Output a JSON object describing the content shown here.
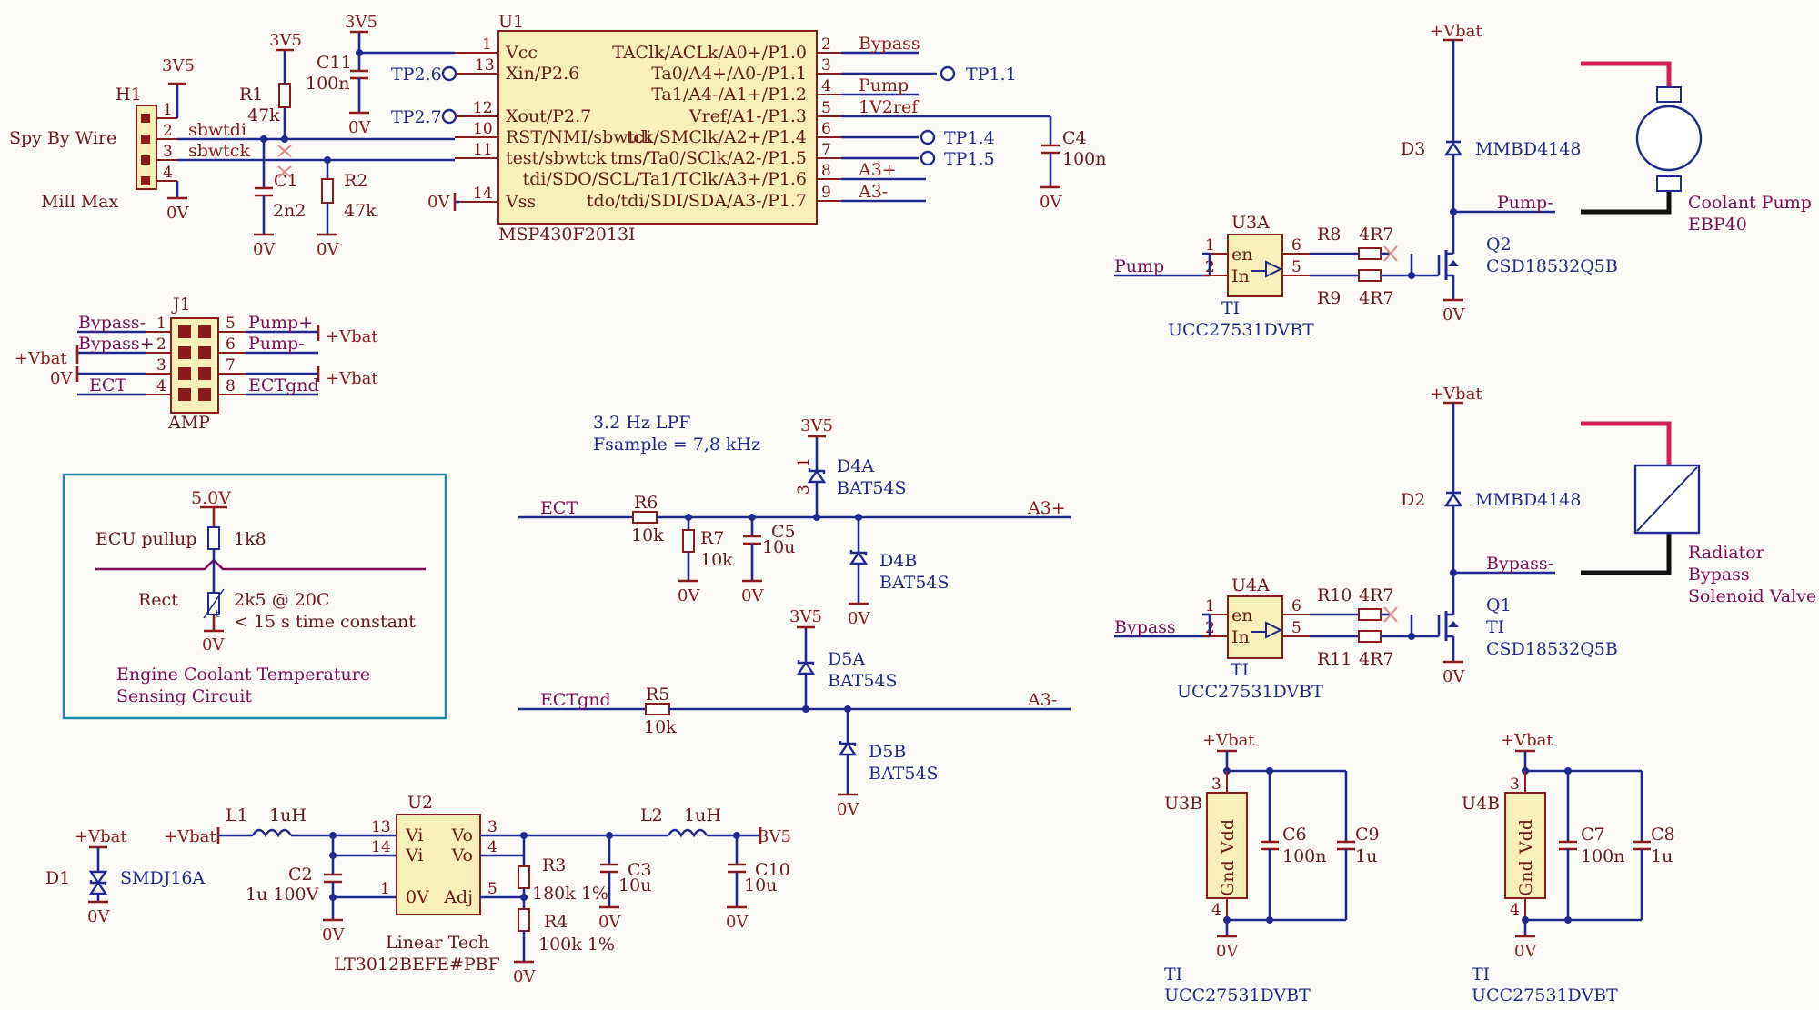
{
  "u1": {
    "ref": "U1",
    "part": "MSP430F2013I",
    "left_pins": [
      {
        "num": "1",
        "name": "Vcc"
      },
      {
        "num": "13",
        "name": "Xin/P2.6"
      },
      {
        "num": "12",
        "name": "Xout/P2.7"
      },
      {
        "num": "10",
        "name": "RST/NMI/sbwtdi"
      },
      {
        "num": "11",
        "name": "test/sbwtck"
      },
      {
        "num": "14",
        "name": "Vss"
      }
    ],
    "right_pins": [
      {
        "num": "2",
        "name": "TAClk/ACLk/A0+/P1.0"
      },
      {
        "num": "3",
        "name": "Ta0/A4+/A0-/P1.1"
      },
      {
        "num": "4",
        "name": "Ta1/A4-/A1+/P1.2"
      },
      {
        "num": "5",
        "name": "Vref/A1-/P1.3"
      },
      {
        "num": "6",
        "name": "tck/SMClk/A2+/P1.4"
      },
      {
        "num": "7",
        "name": "tms/Ta0/SClk/A2-/P1.5"
      },
      {
        "num": "8",
        "name": "tdi/SDO/SCL/Ta1/TClk/A3+/P1.6"
      },
      {
        "num": "9",
        "name": "tdo/tdi/SDI/SDA/A3-/P1.7"
      }
    ],
    "right_nets": [
      "Bypass",
      "",
      "Pump",
      "1V2ref",
      "",
      "",
      "A3+",
      "A3-"
    ]
  },
  "tp": {
    "tp26": "TP2.6",
    "tp27": "TP2.7",
    "tp11": "TP1.1",
    "tp14": "TP1.4",
    "tp15": "TP1.5"
  },
  "h1": {
    "ref": "H1",
    "title": "Spy By Wire",
    "maker": "Mill Max",
    "pins": [
      "1",
      "2",
      "3",
      "4"
    ],
    "nets": [
      "sbwtdi",
      "sbwtck"
    ]
  },
  "parts": {
    "r1": {
      "ref": "R1",
      "val": "47k"
    },
    "r2": {
      "ref": "R2",
      "val": "47k"
    },
    "c1": {
      "ref": "C1",
      "val": "2n2"
    },
    "c11": {
      "ref": "C11",
      "val": "100n"
    },
    "c4": {
      "ref": "C4",
      "val": "100n"
    },
    "r6": {
      "ref": "R6",
      "val": "10k"
    },
    "r7": {
      "ref": "R7",
      "val": "10k"
    },
    "c5": {
      "ref": "C5",
      "val": "10u"
    },
    "r5": {
      "ref": "R5",
      "val": "10k"
    },
    "d4a": {
      "ref": "D4A",
      "val": "BAT54S"
    },
    "d4b": {
      "ref": "D4B",
      "val": "BAT54S"
    },
    "d5a": {
      "ref": "D5A",
      "val": "BAT54S"
    },
    "d5b": {
      "ref": "D5B",
      "val": "BAT54S"
    },
    "l1": {
      "ref": "L1",
      "val": "1uH"
    },
    "l2": {
      "ref": "L2",
      "val": "1uH"
    },
    "c2": {
      "ref": "C2",
      "val": "1u 100V"
    },
    "c3": {
      "ref": "C3",
      "val": "10u"
    },
    "c10": {
      "ref": "C10",
      "val": "10u"
    },
    "r3": {
      "ref": "R3",
      "val": "180k 1%"
    },
    "r4": {
      "ref": "R4",
      "val": "100k 1%"
    },
    "d1": {
      "ref": "D1",
      "val": "SMDJ16A"
    },
    "c6": {
      "ref": "C6",
      "val": "100n"
    },
    "c9": {
      "ref": "C9",
      "val": "1u"
    },
    "c7": {
      "ref": "C7",
      "val": "100n"
    },
    "c8": {
      "ref": "C8",
      "val": "1u"
    },
    "r8": {
      "ref": "R8",
      "val": "4R7"
    },
    "r9": {
      "ref": "R9",
      "val": "4R7"
    },
    "r10": {
      "ref": "R10",
      "val": "4R7"
    },
    "r11": {
      "ref": "R11",
      "val": "4R7"
    },
    "d3": {
      "ref": "D3",
      "val": "MMBD4148"
    },
    "d2": {
      "ref": "D2",
      "val": "MMBD4148"
    },
    "q2": {
      "ref": "Q2",
      "val": "CSD18532Q5B"
    },
    "q1": {
      "ref": "Q1",
      "mfr": "TI",
      "val": "CSD18532Q5B"
    }
  },
  "j1": {
    "ref": "J1",
    "part": "AMP",
    "pins": [
      "1",
      "2",
      "3",
      "4",
      "5",
      "6",
      "7",
      "8"
    ],
    "left_nets": [
      "Bypass-",
      "Bypass+",
      "",
      "ECT"
    ],
    "right_nets": [
      "Pump+",
      "Pump-",
      "",
      "ECTgnd"
    ]
  },
  "lpf": {
    "line1": "3.2 Hz LPF",
    "line2": "Fsample = 7,8 kHz"
  },
  "nets": {
    "ect": "ECT",
    "ectgnd": "ECTgnd",
    "a3p": "A3+",
    "a3m": "A3-",
    "pump": "Pump",
    "bypass": "Bypass",
    "pump_minus": "Pump-",
    "bypass_minus": "Bypass-"
  },
  "power": {
    "v35": "3V5",
    "gnd": "0V",
    "vbat": "+Vbat",
    "v50": "5.0V"
  },
  "ect_box": {
    "pullup_label": "ECU pullup",
    "pullup_val": "1k8",
    "rect_label": "Rect",
    "rect_val": "2k5 @ 20C",
    "rect_note": "< 15 s time constant",
    "title1": "Engine Coolant Temperature",
    "title2": "Sensing Circuit"
  },
  "u2": {
    "ref": "U2",
    "mfr": "Linear Tech",
    "part": "LT3012BEFE#PBF",
    "pins_left": [
      {
        "num": "13",
        "name": "Vi"
      },
      {
        "num": "14",
        "name": "Vi"
      },
      {
        "num": "1",
        "name": "0V"
      }
    ],
    "pins_right": [
      {
        "num": "3",
        "name": "Vo"
      },
      {
        "num": "4",
        "name": "Vo"
      },
      {
        "num": "5",
        "name": "Adj"
      }
    ]
  },
  "u3a": {
    "ref": "U3A",
    "mfr": "TI",
    "part": "UCC27531DVBT",
    "pins": [
      {
        "num": "1",
        "name": "en"
      },
      {
        "num": "2",
        "name": "In"
      },
      {
        "num": "6",
        "name": ""
      },
      {
        "num": "5",
        "name": ""
      }
    ]
  },
  "u4a": {
    "ref": "U4A",
    "mfr": "TI",
    "part": "UCC27531DVBT",
    "pins": [
      {
        "num": "1",
        "name": "en"
      },
      {
        "num": "2",
        "name": "In"
      },
      {
        "num": "6",
        "name": ""
      },
      {
        "num": "5",
        "name": ""
      }
    ]
  },
  "u3b": {
    "ref": "U3B",
    "mfr": "TI",
    "part": "UCC27531DVBT",
    "vdd": "Vdd",
    "gnd": "Gnd",
    "pin_top": "3",
    "pin_bot": "4"
  },
  "u4b": {
    "ref": "U4B",
    "mfr": "TI",
    "part": "UCC27531DVBT",
    "vdd": "Vdd",
    "gnd": "Gnd",
    "pin_top": "3",
    "pin_bot": "4"
  },
  "loads": {
    "pump1": "Coolant Pump",
    "pump2": "EBP40",
    "valve1": "Radiator",
    "valve2": "Bypass",
    "valve3": "Solenoid Valve"
  },
  "colors": {
    "wire": "#1f2a8c",
    "component": "#8a1c1c",
    "body": "#f8f0b8",
    "net_label": "#7a0f57",
    "frame": "#1a8aa8",
    "load_pos": "#d0205a"
  }
}
